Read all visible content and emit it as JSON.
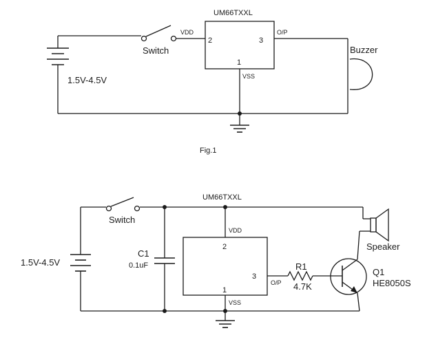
{
  "fig1": {
    "chip_name": "UM66TXXL",
    "pin_vdd": "VDD",
    "pin2": "2",
    "pin3": "3",
    "pin1": "1",
    "pin_op": "O/P",
    "pin_vss": "VSS",
    "switch_label": "Switch",
    "battery_label": "1.5V-4.5V",
    "buzzer_label": "Buzzer",
    "caption": "Fig.1"
  },
  "fig2": {
    "chip_name": "UM66TXXL",
    "switch_label": "Switch",
    "battery_label": "1.5V-4.5V",
    "cap_name": "C1",
    "cap_value": "0.1uF",
    "pin_vdd": "VDD",
    "pin2": "2",
    "pin3": "3",
    "pin1": "1",
    "pin_op": "O/P",
    "pin_vss": "VSS",
    "res_name": "R1",
    "res_value": "4.7K",
    "speaker_label": "Speaker",
    "transistor_name": "Q1",
    "transistor_part": "HE8050S"
  }
}
